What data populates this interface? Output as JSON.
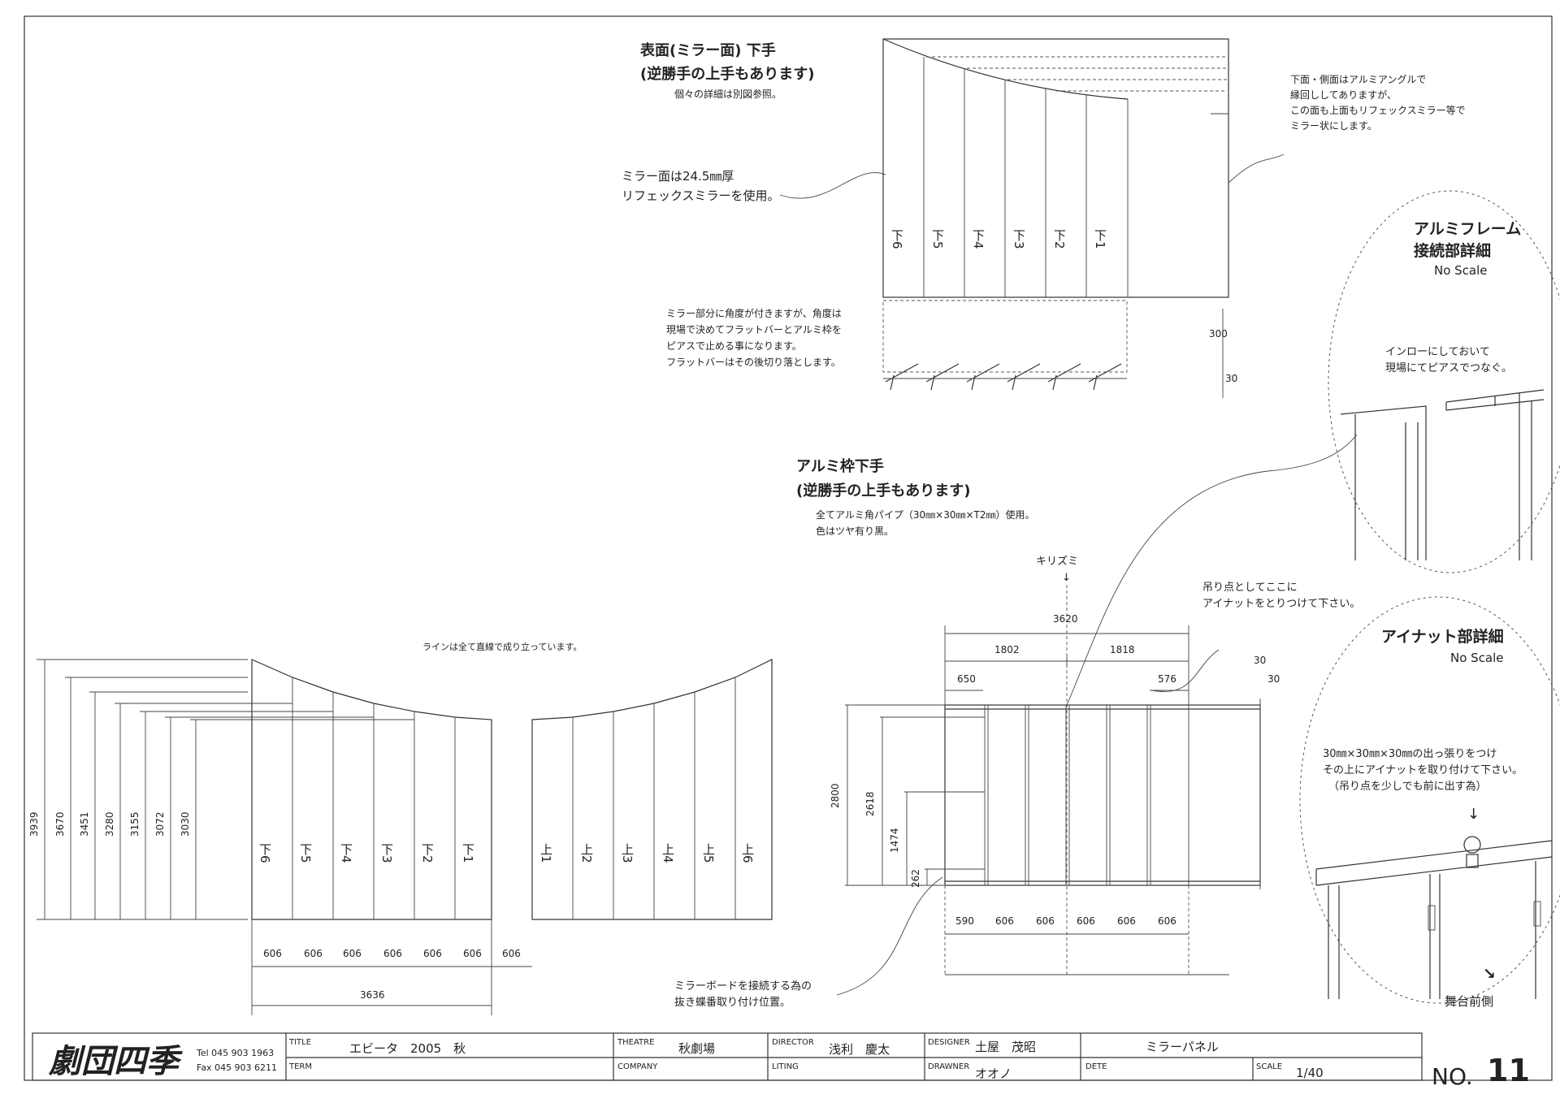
{
  "mirror_face": {
    "title": "表面(ミラー面) 下手",
    "subtitle": "(逆勝手の上手もあります)",
    "note": "個々の詳細は別図参照。",
    "material_line1": "ミラー面は24.5㎜厚",
    "material_line2": "リフェックスミラーを使用。",
    "side_note": [
      "下面・側面はアルミアングルで",
      "縁回ししてありますが、",
      "この面も上面もリフェックスミラー等で",
      "ミラー状にします。"
    ],
    "angle_note": [
      "ミラー部分に角度が付きますが、角度は",
      "現場で決めてフラットバーとアルミ枠を",
      "ピアスで止める事になります。",
      "フラットバーはその後切り落とします。"
    ],
    "panels": [
      "下6",
      "下5",
      "下4",
      "下3",
      "下2",
      "下1"
    ],
    "dim_300": "300",
    "dim_30": "30"
  },
  "alum_detail": {
    "title1": "アルミフレーム",
    "title2": "接続部詳細",
    "scale": "No Scale",
    "note1": "インローにしておいて",
    "note2": "現場にてピアスでつなぐ。"
  },
  "alum_frame": {
    "title": "アルミ枠下手",
    "subtitle": "(逆勝手の上手もあります)",
    "note1": "全てアルミ角パイプ（30㎜×30㎜×T2㎜）使用。",
    "note2": "色はツヤ有り黒。",
    "kirizumi": "キリズミ",
    "arrow_down": "↓",
    "hang_note1": "吊り点としてここに",
    "hang_note2": "アイナットをとりつけて下さい。",
    "dims_top": {
      "total": "3620",
      "left": "1802",
      "right": "1818",
      "d650": "650",
      "d576": "576",
      "d30a": "30",
      "d30b": "30"
    },
    "dims_left": [
      "2800",
      "2618",
      "1474",
      "262"
    ],
    "dims_bottom": [
      "590",
      "606",
      "606",
      "606",
      "606",
      "606"
    ],
    "hinge_note1": "ミラーボードを接続する為の",
    "hinge_note2": "抜き蝶番取り付け位置。"
  },
  "eyenut_detail": {
    "title": "アイナット部詳細",
    "scale": "No Scale",
    "note1": "30㎜×30㎜×30㎜の出っ張りをつけ",
    "note2": "その上にアイナットを取り付けて下さい。",
    "note3": "（吊り点を少しでも前に出す為）",
    "stage_front": "舞台前側",
    "arrow": "↘"
  },
  "elevation": {
    "line_note": "ラインは全て直線で成り立っています。",
    "heights": [
      "3939",
      "3670",
      "3451",
      "3280",
      "3155",
      "3072",
      "3030"
    ],
    "left_panels": [
      "下6",
      "下5",
      "下4",
      "下3",
      "下2",
      "下1"
    ],
    "right_panels": [
      "上1",
      "上2",
      "上3",
      "上4",
      "上5",
      "上6"
    ],
    "widths": [
      "606",
      "606",
      "606",
      "606",
      "606",
      "606",
      "606"
    ],
    "total": "3636"
  },
  "title_block": {
    "company_logo": "劇団四季",
    "tel": "Tel 045 903 1963",
    "fax": "Fax 045 903 6211",
    "title_label": "TITLE",
    "title_value": "エビータ　2005　秋",
    "theatre_label": "THEATRE",
    "theatre_value": "秋劇場",
    "director_label": "DIRECTOR",
    "director_value": "浅利　慶太",
    "designer_label": "DESIGNER",
    "designer_value": "土屋　茂昭",
    "drawing_title": "ミラーパネル",
    "term_label": "TERM",
    "company_label": "COMPANY",
    "liting_label": "LITING",
    "drawner_label": "DRAWNER",
    "drawner_value": "オオノ",
    "dete_label": "DETE",
    "scale_label": "SCALE",
    "scale_value": "1/40",
    "no_label": "NO.",
    "no_value": "11"
  }
}
